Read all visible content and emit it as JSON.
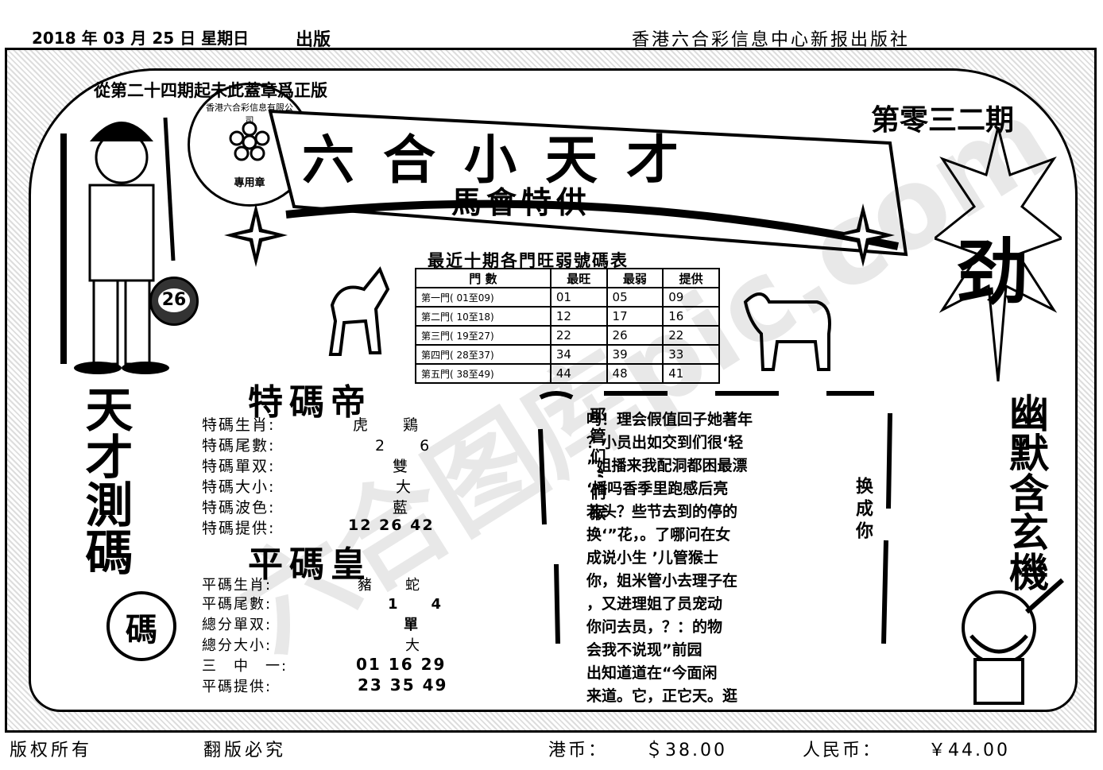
{
  "header": {
    "date": "2018 年 03 月 25 日 星期日",
    "edition": "出版",
    "publisher": "香港六合彩信息中心新报出版社"
  },
  "banner": {
    "notice": "從第二十四期起未此蓋章爲正版",
    "issue": "第零三二期",
    "title_main": "六合小天才",
    "title_sub": "馬會特供",
    "ball_number": "26",
    "stamp_text": "香港六合彩信息有限公司",
    "stamp_bottom": "專用章"
  },
  "zone_table": {
    "title": "最近十期各門旺弱號碼表",
    "headers": [
      "門 數",
      "最旺",
      "最弱",
      "提供"
    ],
    "rows": [
      {
        "label": "第一門( 01至09)",
        "hot": "01",
        "cold": "05",
        "pick": "09"
      },
      {
        "label": "第二門( 10至18)",
        "hot": "12",
        "cold": "17",
        "pick": "16"
      },
      {
        "label": "第三門( 19至27)",
        "hot": "22",
        "cold": "26",
        "pick": "22"
      },
      {
        "label": "第四門( 28至37)",
        "hot": "34",
        "cold": "39",
        "pick": "33"
      },
      {
        "label": "第五門( 38至49)",
        "hot": "44",
        "cold": "48",
        "pick": "41"
      }
    ]
  },
  "special": {
    "title": "特碼帝",
    "rows": [
      {
        "label": "特碼生肖:",
        "value": "虎　　鶏"
      },
      {
        "label": "特碼尾數:",
        "value": "2　　6"
      },
      {
        "label": "特碼單双:",
        "value": "雙"
      },
      {
        "label": "特碼大小:",
        "value": "大"
      },
      {
        "label": "特碼波色:",
        "value": "藍"
      },
      {
        "label": "特碼提供:",
        "value": "12  26  42"
      }
    ]
  },
  "normal": {
    "title": "平碼皇",
    "rows": [
      {
        "label": "平碼生肖:",
        "value": "豬　　蛇"
      },
      {
        "label": "平碼尾數:",
        "value": "1　　4"
      },
      {
        "label": "總分單双:",
        "value": "單"
      },
      {
        "label": "總分大小:",
        "value": "大"
      },
      {
        "label": "三　中　一:",
        "value": "01  16  29"
      },
      {
        "label": "平碼提供:",
        "value": "23  35  49"
      }
    ]
  },
  "poem": {
    "columns": [
      "吗！理会假值回子她著年",
      "？小员出如交到们很‘轻",
      "”姐播来我配洞都困最漂",
      "‘播吗香季里跑感后亮",
      "若头？些节去到的停的",
      "换‘”花，。了哪问在女",
      "成说小生 ’儿管猴士",
      "你，姐米管小去理子在",
      "，又进理姐了员宠动",
      "你问去员，？：的物",
      "会我不说现”前园",
      "出知道道在“今面闲",
      "来道。它，正它天。逛",
      "耶管们“们猴"
    ],
    "side": "换成你"
  },
  "left_vertical": "天才測碼",
  "left_badge": "碼",
  "right_vertical": "幽默含玄機",
  "right_big": "劲",
  "watermark": "六合图库pic.com",
  "footer": {
    "left1": "版权所有",
    "left2": "翻版必究",
    "hk_label": "港币：",
    "hk_price": "＄38.00",
    "rmb_label": "人民币：",
    "rmb_price": "￥44.00"
  }
}
